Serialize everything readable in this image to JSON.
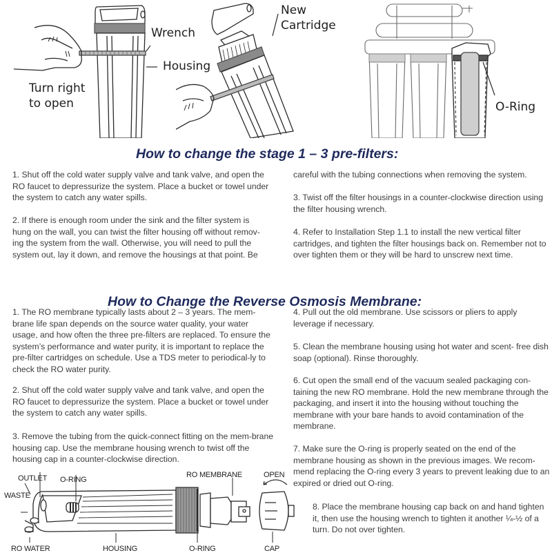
{
  "illustrations": {
    "top_left": {
      "labels": {
        "wrench": "Wrench",
        "housing": "Housing",
        "turn_right_line1": "Turn right",
        "turn_right_line2": "to open"
      }
    },
    "top_middle": {
      "labels": {
        "new_line1": "New",
        "new_line2": "Cartridge"
      }
    },
    "top_right": {
      "labels": {
        "oring": "O-Ring"
      }
    },
    "membrane_diagram": {
      "labels": {
        "outlet": "OUTLET",
        "oring_top": "O-RING",
        "waste": "WASTE",
        "ro_water": "RO WATER",
        "housing": "HOUSING",
        "ro_membrane": "RO MEMBRANE",
        "oring_bottom": "O-RING",
        "open": "OPEN",
        "cap": "CAP"
      }
    }
  },
  "section1": {
    "title": "How to change the stage 1 – 3 pre-filters:",
    "left_column": {
      "p1": " 1. Shut off the cold water supply valve and tank valve, and open the RO faucet to depressurize the system. Place a bucket or towel under the system to catch any water spills.",
      "p2": "2.  If there is enough room under the sink and the filter system is hung on the wall, you can twist the filter housing off without remov-ing the system from the wall. Otherwise, you will need to pull the system out, lay it down, and remove the housings at that point. Be"
    },
    "right_column": {
      "p2_cont": "careful with the tubing connections when removing the system.",
      "p3": "3.  Twist off the filter housings in a counter-clockwise direction using the filter housing wrench.",
      "p4": "4.  Refer to Installation Step 1.1 to install the new vertical filter cartridges, and tighten the filter housings back on. Remember not to over tighten them or they will be hard to unscrew next time."
    }
  },
  "section2": {
    "title": "How to Change the Reverse Osmosis Membrane:",
    "left_column": {
      "p1": "1.  The RO membrane typically lasts about 2 – 3 years. The mem-brane life span depends on the source water quality, your water usage, and how often the three pre-filters are replaced. To ensure the system’s performance and water purity, it is important to replace the pre-filter cartridges on schedule. Use a TDS meter to periodical-ly to check the RO water purity.",
      "p2": "2.  Shut off the cold water supply valve and tank valve, and open the RO faucet to depressurize the system. Place a bucket or towel under the system to catch any water spills.",
      "p3": "3.  Remove the tubing from the quick-connect fitting on the mem-brane housing cap. Use the membrane housing wrench to twist off the housing cap in a counter-clockwise direction."
    },
    "right_column": {
      "p4": "4.  Pull out the old membrane. Use scissors or pliers to apply leverage if necessary.",
      "p5": "5.  Clean the membrane housing using hot water and scent- free dish soap (optional). Rinse thoroughly.",
      "p6": "6.  Cut open the small end of the vacuum sealed packaging con-taining the new RO membrane. Hold the new membrane through the packaging, and insert it into the housing without touching the membrane with your bare hands to avoid contamination of the membrane.",
      "p7": "7.  Make sure the O-ring is properly seated on the end of the membrane housing as shown in the previous images. We recom-mend replacing the O-ring every 3 years to prevent leaking due to an expired or dried out O-ring.",
      "p8": "8.  Place the membrane housing cap back on and hand tighten it, then use the housing wrench to tighten it another ¼-½ of a turn. Do not over tighten."
    }
  },
  "colors": {
    "heading": "#1f2a5c",
    "body_text": "#3c3c3c",
    "line_art": "#2a2a2a",
    "band_gray": "#8a8a8a"
  }
}
